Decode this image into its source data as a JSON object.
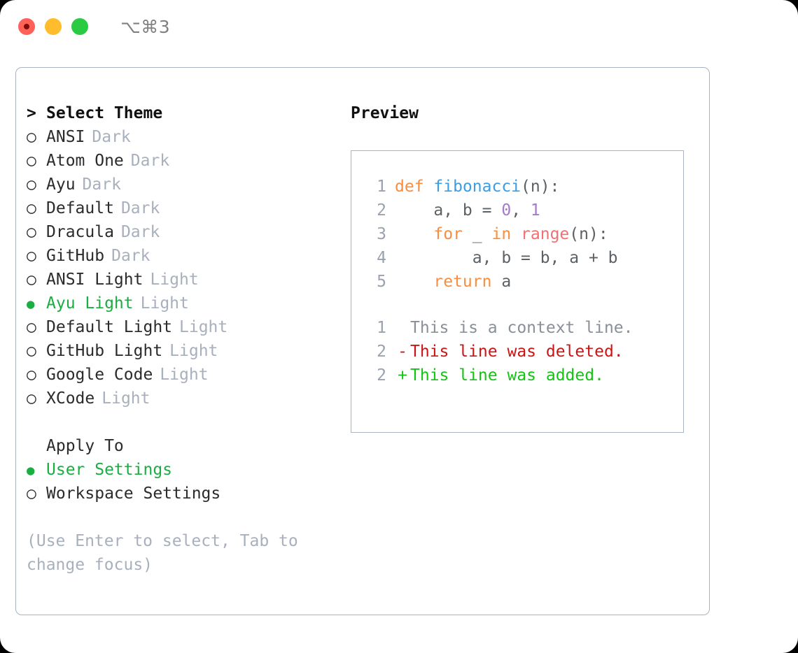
{
  "titlebar": {
    "shortcut": "⌥⌘3",
    "buttons": [
      "close",
      "minimize",
      "maximize"
    ]
  },
  "theme_picker": {
    "header_prefix": ">",
    "header": "Select Theme",
    "marker_unselected": "○",
    "marker_selected": "●",
    "items": [
      {
        "marker": "○",
        "name": "ANSI",
        "tag": "Dark",
        "selected": false
      },
      {
        "marker": "○",
        "name": "Atom One",
        "tag": "Dark",
        "selected": false
      },
      {
        "marker": "○",
        "name": "Ayu",
        "tag": "Dark",
        "selected": false
      },
      {
        "marker": "○",
        "name": "Default",
        "tag": "Dark",
        "selected": false
      },
      {
        "marker": "○",
        "name": "Dracula",
        "tag": "Dark",
        "selected": false
      },
      {
        "marker": "○",
        "name": "GitHub",
        "tag": "Dark",
        "selected": false
      },
      {
        "marker": "○",
        "name": "ANSI Light",
        "tag": "Light",
        "selected": false
      },
      {
        "marker": "●",
        "name": "Ayu Light",
        "tag": "Light",
        "selected": true
      },
      {
        "marker": "○",
        "name": "Default Light",
        "tag": "Light",
        "selected": false
      },
      {
        "marker": "○",
        "name": "GitHub Light",
        "tag": "Light",
        "selected": false
      },
      {
        "marker": "○",
        "name": "Google Code",
        "tag": "Light",
        "selected": false
      },
      {
        "marker": "○",
        "name": "XCode",
        "tag": "Light",
        "selected": false
      }
    ]
  },
  "apply_to": {
    "header": "Apply To",
    "items": [
      {
        "marker": "●",
        "name": "User Settings",
        "selected": true
      },
      {
        "marker": "○",
        "name": "Workspace Settings",
        "selected": false
      }
    ]
  },
  "hint": "(Use Enter to select, Tab to change focus)",
  "preview": {
    "title": "Preview",
    "code": [
      {
        "no": "1",
        "tokens": [
          {
            "t": "def ",
            "c": "kw"
          },
          {
            "t": "fibonacci",
            "c": "fn"
          },
          {
            "t": "(n):",
            "c": "plain"
          }
        ]
      },
      {
        "no": "2",
        "tokens": [
          {
            "t": "    a, b = ",
            "c": "plain"
          },
          {
            "t": "0",
            "c": "num"
          },
          {
            "t": ", ",
            "c": "plain"
          },
          {
            "t": "1",
            "c": "num"
          }
        ]
      },
      {
        "no": "3",
        "tokens": [
          {
            "t": "    ",
            "c": "plain"
          },
          {
            "t": "for",
            "c": "kw"
          },
          {
            "t": " _ ",
            "c": "plain"
          },
          {
            "t": "in",
            "c": "kw"
          },
          {
            "t": " ",
            "c": "plain"
          },
          {
            "t": "range",
            "c": "call"
          },
          {
            "t": "(n):",
            "c": "plain"
          }
        ]
      },
      {
        "no": "4",
        "tokens": [
          {
            "t": "        a, b = b, a + b",
            "c": "plain"
          }
        ]
      },
      {
        "no": "5",
        "tokens": [
          {
            "t": "    ",
            "c": "plain"
          },
          {
            "t": "return",
            "c": "kw"
          },
          {
            "t": " a",
            "c": "plain"
          }
        ]
      }
    ],
    "diff": [
      {
        "no": "1",
        "sign": " ",
        "text": "This is a context line.",
        "kind": "ctx"
      },
      {
        "no": "2",
        "sign": "-",
        "text": "This line was deleted.",
        "kind": "del"
      },
      {
        "no": "2",
        "sign": "+",
        "text": "This line was added.",
        "kind": "add"
      }
    ]
  },
  "colors": {
    "accent_green": "#1aad42",
    "muted": "#a8b0bd",
    "border": "#aab3c2",
    "keyword": "#fa8d3e",
    "function": "#399ee6",
    "number": "#a37acc",
    "call": "#f07171",
    "diff_delete": "#cc1414",
    "diff_add": "#14c414"
  }
}
